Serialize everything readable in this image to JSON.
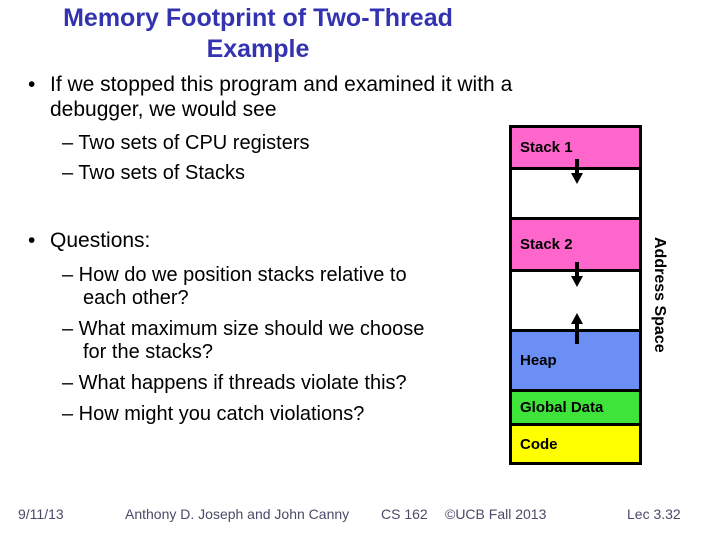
{
  "slide": {
    "title": {
      "line1": "Memory Footprint of Two-Thread",
      "line2": "Example",
      "color": "#3333B2"
    }
  },
  "content": {
    "bullet_marker": "•",
    "bullet1": {
      "text": "If we stopped this program and examined it with a\ndebugger, we would see",
      "subitems": [
        "– Two sets of CPU registers",
        "– Two sets of Stacks"
      ]
    },
    "bullet2": {
      "text": "Questions:",
      "subitems": [
        "– How do we position stacks relative to\neach other?",
        "– What maximum size should we choose\nfor the stacks?",
        "– What happens if threads violate this?",
        "– How might you catch violations?"
      ]
    }
  },
  "diagram": {
    "side_label": "Address Space",
    "border_color": "#000000",
    "segments": [
      {
        "label": "Stack 1",
        "color": "#FF66CC"
      },
      {
        "label": "",
        "color": "#FFFFFF"
      },
      {
        "label": "Stack 2",
        "color": "#FF66CC"
      },
      {
        "label": "",
        "color": "#FFFFFF"
      },
      {
        "label": "Heap",
        "color": "#6B8FF5"
      },
      {
        "label": "Global Data",
        "color": "#3FE43A"
      },
      {
        "label": "Code",
        "color": "#FFFF00"
      }
    ],
    "arrows": [
      {
        "name": "stack1-growth-arrow",
        "direction": "down"
      },
      {
        "name": "stack2-growth-arrow",
        "direction": "down"
      },
      {
        "name": "heap-growth-arrow",
        "direction": "up"
      }
    ]
  },
  "footer": {
    "color": "#4A4A6A",
    "date": "9/11/13",
    "authors": "Anthony D. Joseph and John Canny",
    "course": "CS 162",
    "copyright": "©UCB Fall 2013",
    "lecture": "Lec 3.32"
  }
}
